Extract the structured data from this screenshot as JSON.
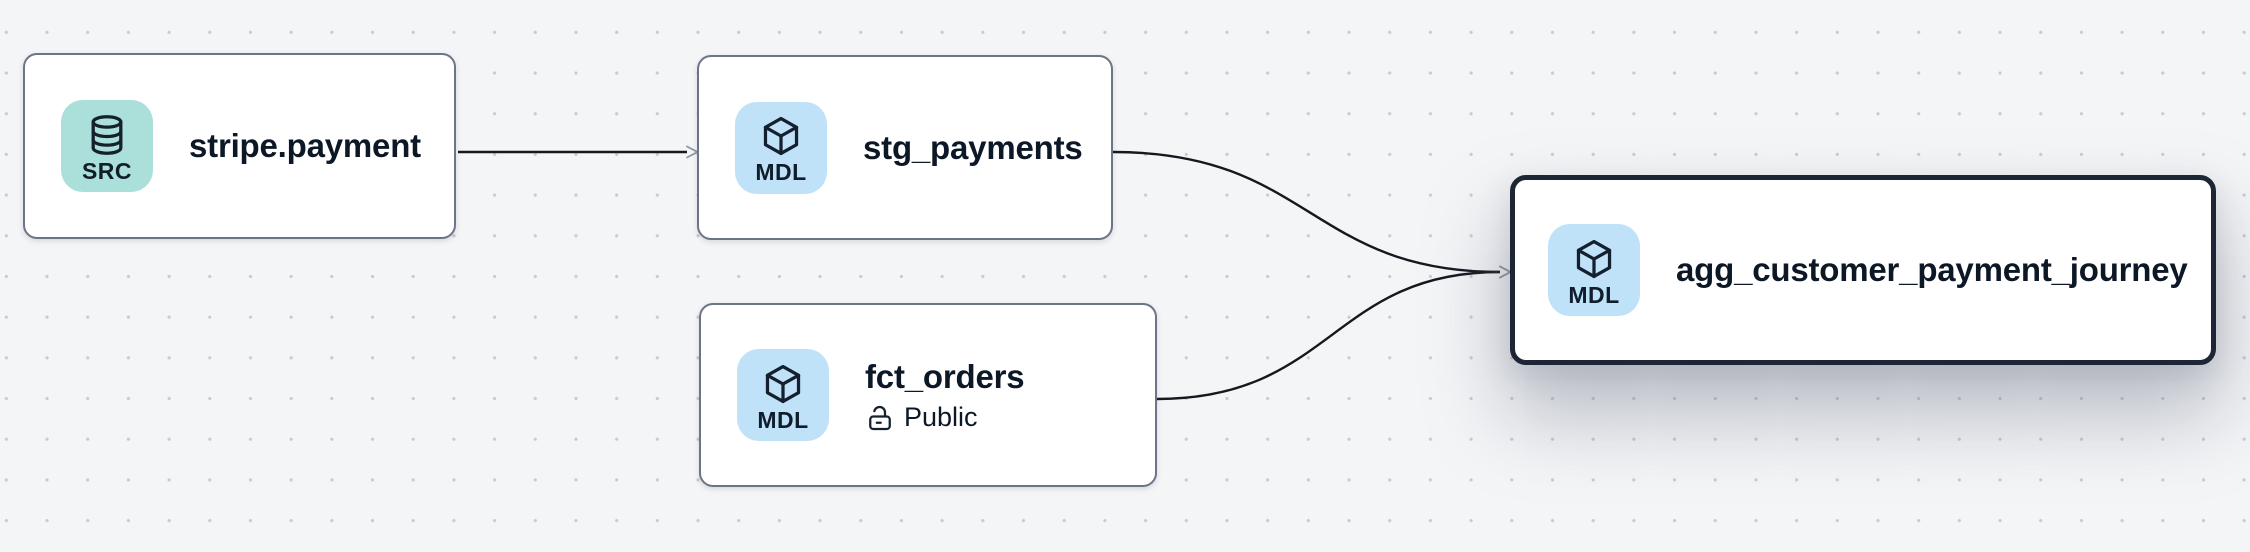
{
  "app": {
    "name": "data-lineage-canvas"
  },
  "colors": {
    "canvas_bg": "#f4f5f7",
    "grid_dot": "#c6cad3",
    "node_bg": "#ffffff",
    "node_border": "#6b7585",
    "selected_node_border": "#1c2635",
    "edge": "#14181f",
    "arrowhead": "#8d95a2",
    "text": "#0d1826",
    "src_badge_bg": "#abdfd9",
    "mdl_badge_bg": "#c0e2f8"
  },
  "nodes": [
    {
      "label": "stripe.payment",
      "badge": "SRC",
      "badge_icon": "database-icon",
      "type": "source",
      "selected": false
    },
    {
      "label": "stg_payments",
      "badge": "MDL",
      "badge_icon": "cube-icon",
      "type": "model",
      "selected": false
    },
    {
      "label": "fct_orders",
      "badge": "MDL",
      "badge_icon": "cube-icon",
      "type": "model",
      "access": "Public",
      "access_icon": "unlock-icon",
      "selected": false
    },
    {
      "label": "agg_customer_payment_journey",
      "badge": "MDL",
      "badge_icon": "cube-icon",
      "type": "model",
      "selected": true
    }
  ],
  "edges": [
    {
      "from": "stripe.payment",
      "to": "stg_payments"
    },
    {
      "from": "stg_payments",
      "to": "agg_customer_payment_journey"
    },
    {
      "from": "fct_orders",
      "to": "agg_customer_payment_journey"
    }
  ]
}
